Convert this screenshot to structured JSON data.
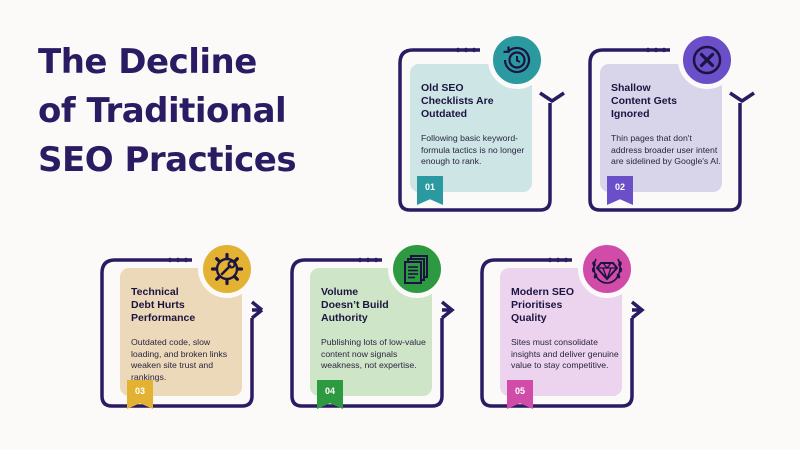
{
  "title_lines": [
    "The Decline",
    "of Traditional",
    "SEO Practices"
  ],
  "colors": {
    "navy": "#2a1b63",
    "card1": "#cde5e4",
    "badge1": "#2a9aa0",
    "circle1": "#2a9aa0",
    "card2": "#d8d4ea",
    "badge2": "#6a4fc9",
    "circle2": "#6a4fc9",
    "card3": "#ecd9b9",
    "badge3": "#e3b233",
    "circle3": "#e3b233",
    "card4": "#cfe5c8",
    "badge4": "#2d9a42",
    "circle4": "#2d9a42",
    "card5": "#ecd3ee",
    "badge5": "#d14ba9",
    "circle5": "#d14ba9"
  },
  "cards": [
    {
      "number": "01",
      "title_lines": [
        "Old SEO",
        "Checklists Are",
        "Outdated"
      ],
      "description": "Following basic keyword-formula tactics is no longer enough to rank.",
      "icon": "history-clock-icon"
    },
    {
      "number": "02",
      "title_lines": [
        "Shallow",
        "Content Gets",
        "Ignored"
      ],
      "description": "Thin pages that don't address broader user intent are sidelined by Google's AI.",
      "icon": "x-mark-icon"
    },
    {
      "number": "03",
      "title_lines": [
        "Technical",
        "Debt Hurts",
        "Performance"
      ],
      "description": "Outdated code, slow loading, and broken links weaken site trust and rankings.",
      "icon": "gear-wrench-icon"
    },
    {
      "number": "04",
      "title_lines": [
        "Volume",
        "Doesn’t Build",
        "Authority"
      ],
      "description": "Publishing lots of low-value content now signals weakness, not expertise.",
      "icon": "stacked-documents-icon"
    },
    {
      "number": "05",
      "title_lines": [
        "Modern SEO",
        "Prioritises",
        "Quality"
      ],
      "description": "Sites must consolidate insights and deliver genuine value to stay competitive.",
      "icon": "diamond-laurel-icon"
    }
  ]
}
